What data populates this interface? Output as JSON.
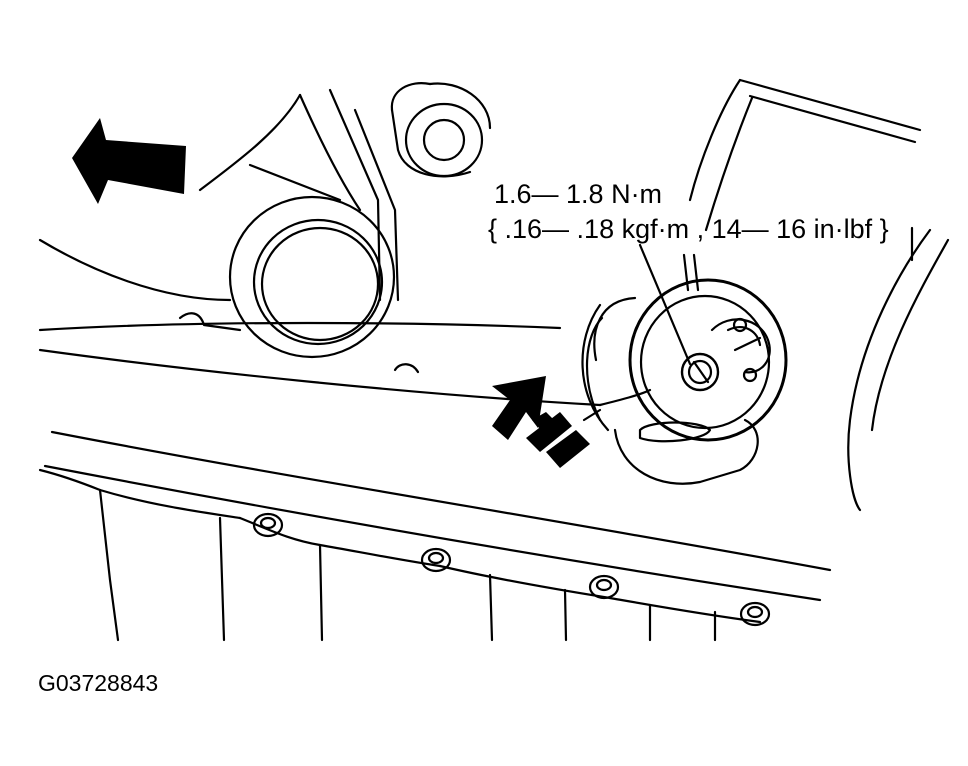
{
  "labels": {
    "torque_line_1": "1.6— 1.8 N·m",
    "torque_line_2": "{ .16— .18 kgf·m , 14— 16 in·lbf }",
    "figure_id": "G03728843"
  },
  "icons": {
    "direction_arrow": "front-direction-arrow-icon",
    "view_arrow": "view-direction-arrow-icon"
  },
  "colors": {
    "ink": "#000000",
    "paper": "#ffffff"
  }
}
